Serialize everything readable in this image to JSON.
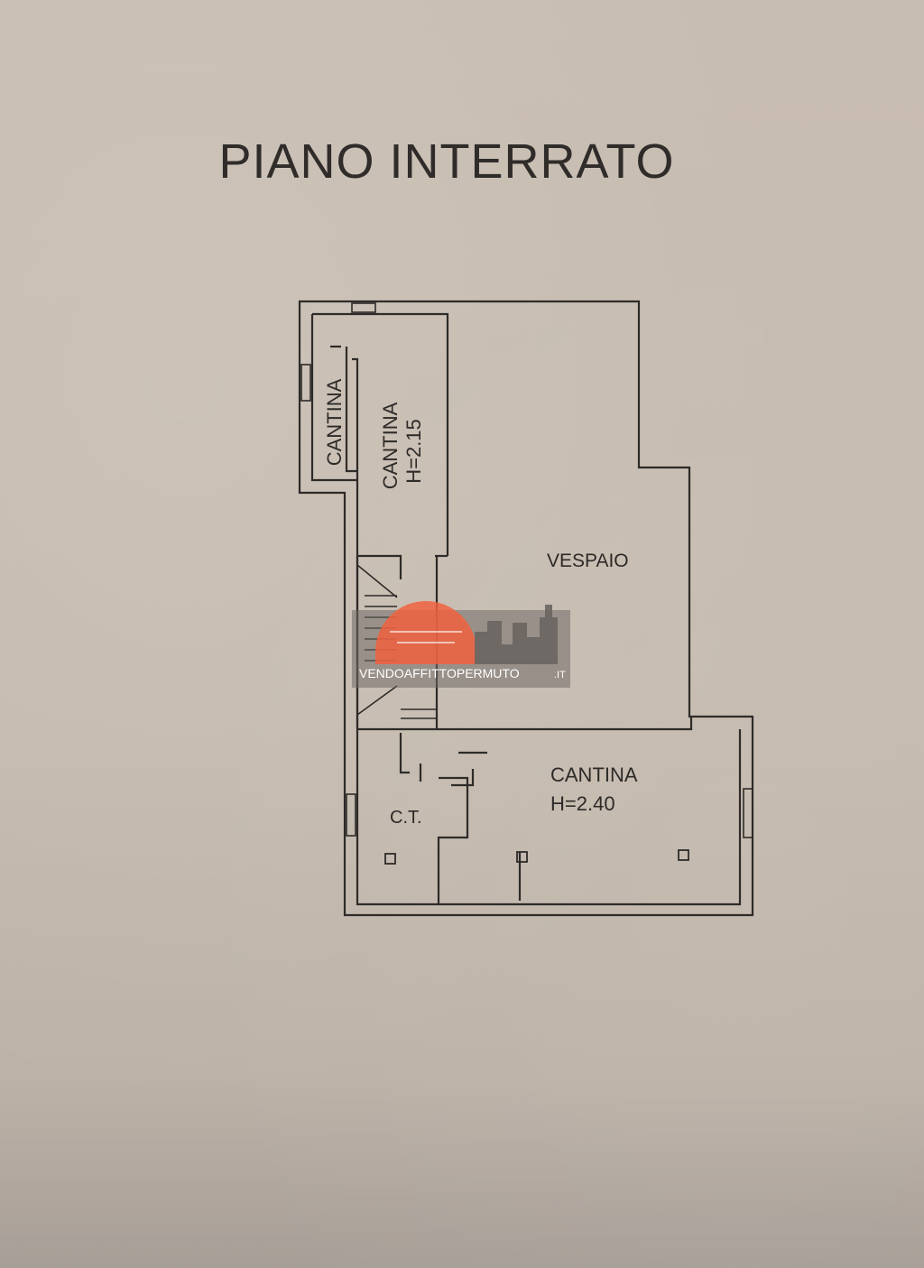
{
  "title": "PIANO INTERRATO",
  "rooms": {
    "cantina_small": "CANTINA",
    "cantina_tall": "CANTINA",
    "cantina_tall_height": "H=2.15",
    "vespaio": "VESPAIO",
    "cantina_bottom": "CANTINA",
    "cantina_bottom_height": "H=2.40",
    "ct": "C.T."
  },
  "watermark": {
    "text": "VENDOAFFITTOPERMUTO",
    "suffix": ".IT",
    "color": "#f0623f"
  }
}
